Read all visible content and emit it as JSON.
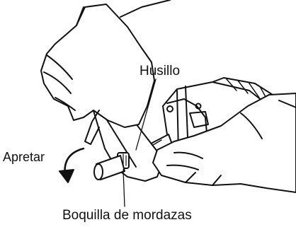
{
  "figure": {
    "labels": {
      "spindle": "Husillo",
      "tighten": "Apretar",
      "collet_nut": "Boquilla de mordazas"
    },
    "colors": {
      "line": "#111111",
      "background": "#ffffff"
    }
  }
}
